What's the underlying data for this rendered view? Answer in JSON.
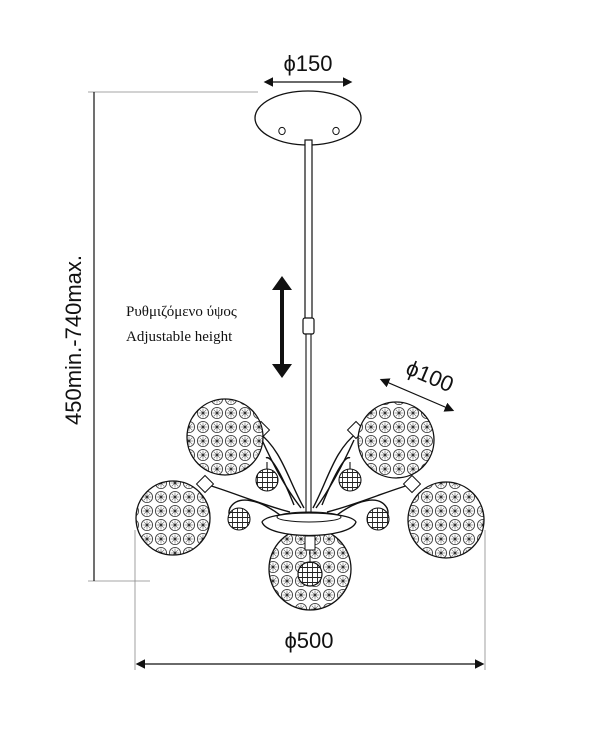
{
  "dimensions": {
    "canopy_diameter": "ϕ150",
    "globe_diameter": "ϕ100",
    "overall_diameter": "ϕ500",
    "height_range": "450min.-740max."
  },
  "notes": {
    "adjustable_greek": "Ρυθμιζόμενο ύψος",
    "adjustable_english": "Adjustable height"
  }
}
